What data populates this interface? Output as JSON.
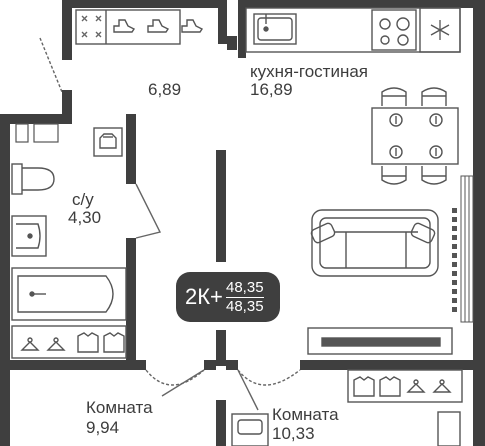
{
  "rooms": {
    "hall_area": "6,89",
    "kitchen_name": "кухня-гостиная",
    "kitchen_area": "16,89",
    "bath_name": "с/у",
    "bath_area": "4,30",
    "room1_name": "Комната",
    "room1_area": "9,94",
    "room2_name": "Комната",
    "room2_area": "10,33"
  },
  "badge": {
    "type": "2К+",
    "living_area": "48,35",
    "total_area": "48,35"
  },
  "icons": [
    "shoe-icon",
    "hanger-icon",
    "shirt-icon",
    "sofa-icon",
    "stove-icon",
    "sink-icon",
    "snowflake-icon",
    "toilet-icon",
    "bathtub-icon",
    "washing-machine-icon",
    "dining-table-icon",
    "chair-icon",
    "tv-icon"
  ],
  "colors": {
    "wall": "#3f3f3f",
    "furniture": "#555555",
    "text": "#3d3d3d"
  }
}
